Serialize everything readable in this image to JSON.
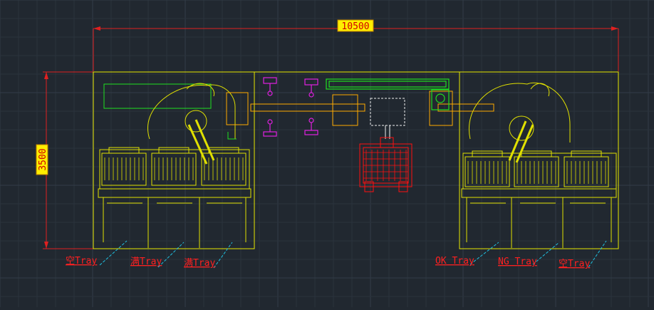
{
  "drawing": {
    "dimension_width": "10500",
    "dimension_height": "3500",
    "colors": {
      "background": "#212830",
      "grid_minor": "#2b333d",
      "grid_major": "#333c47",
      "frame": "#e8e800",
      "dimension": "#e02020",
      "dim_box_fill": "#ffee00",
      "dim_text": "#d00000",
      "leader": "#20c0e0",
      "label": "#ff2020",
      "conveyor": "#ffaa00",
      "gripper": "#e020e0",
      "rail": "#20e020",
      "robot": "#ff1010",
      "outline": "#e0e000",
      "accent_white": "#f0f0f0"
    },
    "labels": [
      {
        "id": "left-1",
        "text": "空Tray"
      },
      {
        "id": "left-2",
        "text": "满Tray"
      },
      {
        "id": "left-3",
        "text": "满Tray"
      },
      {
        "id": "right-1",
        "text": "OK Tray"
      },
      {
        "id": "right-2",
        "text": "NG Tray"
      },
      {
        "id": "right-3",
        "text": "空Tray"
      }
    ]
  }
}
